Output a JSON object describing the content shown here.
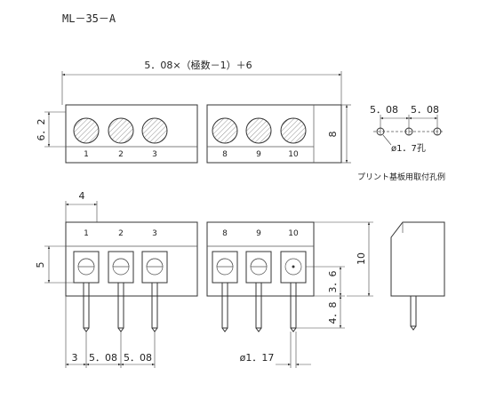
{
  "model": "ML－35－A",
  "top_width_formula": "5．08×（極数－1）＋6",
  "top_height_left": "6．2",
  "top_height_right": "8",
  "top_pin_numbers": [
    "1",
    "2",
    "3",
    "8",
    "9",
    "10"
  ],
  "pcb_dim_1": "5．08",
  "pcb_dim_2": "5．08",
  "pcb_hole": "ø1．7孔",
  "pcb_caption": "プリント基板用取付孔例",
  "front_dim_4": "4",
  "front_dim_5": "5",
  "front_pin_numbers": [
    "1",
    "2",
    "3",
    "8",
    "9",
    "10"
  ],
  "front_dim_36": "3．6",
  "front_dim_48": "4．8",
  "front_dim_10": "10",
  "bottom_dim_3": "3",
  "bottom_dim_508a": "5．08",
  "bottom_dim_508b": "5．08",
  "bottom_dim_pin": "ø1．17"
}
